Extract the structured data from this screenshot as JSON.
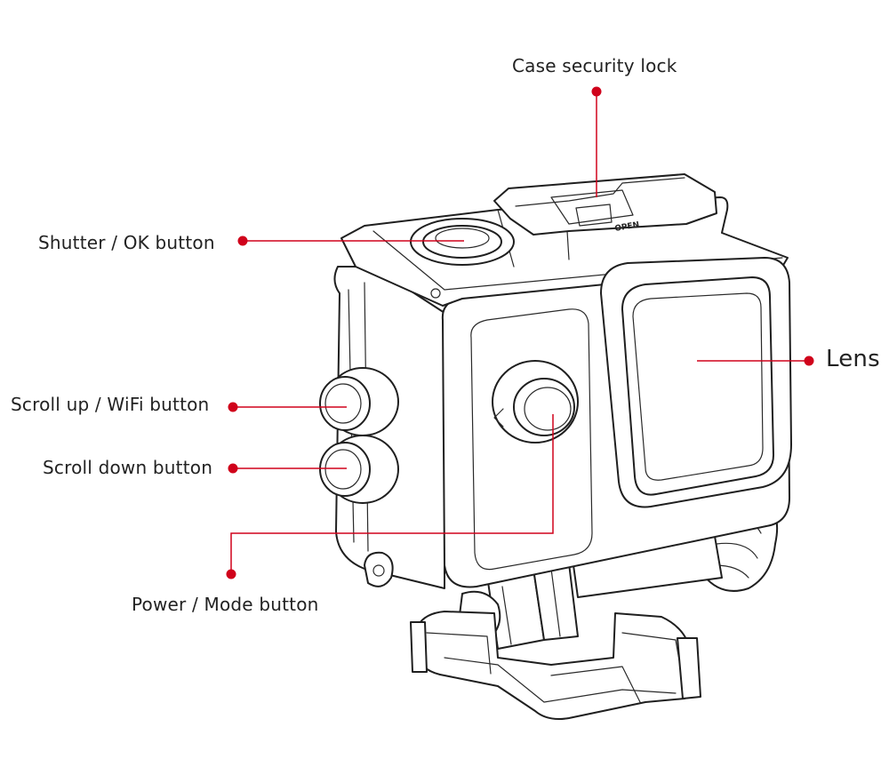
{
  "colors": {
    "callout": "#d0021b",
    "line_art": "#1f1f1f",
    "background": "#ffffff"
  },
  "labels": {
    "case_security_lock": "Case security lock",
    "shutter_ok_button": "Shutter / OK button",
    "lens": "Lens",
    "scroll_up_wifi_button": "Scroll up / WiFi button",
    "scroll_down_button": "Scroll down button",
    "power_mode_button": "Power / Mode button"
  },
  "engraving": {
    "open_text": "OPEN"
  }
}
